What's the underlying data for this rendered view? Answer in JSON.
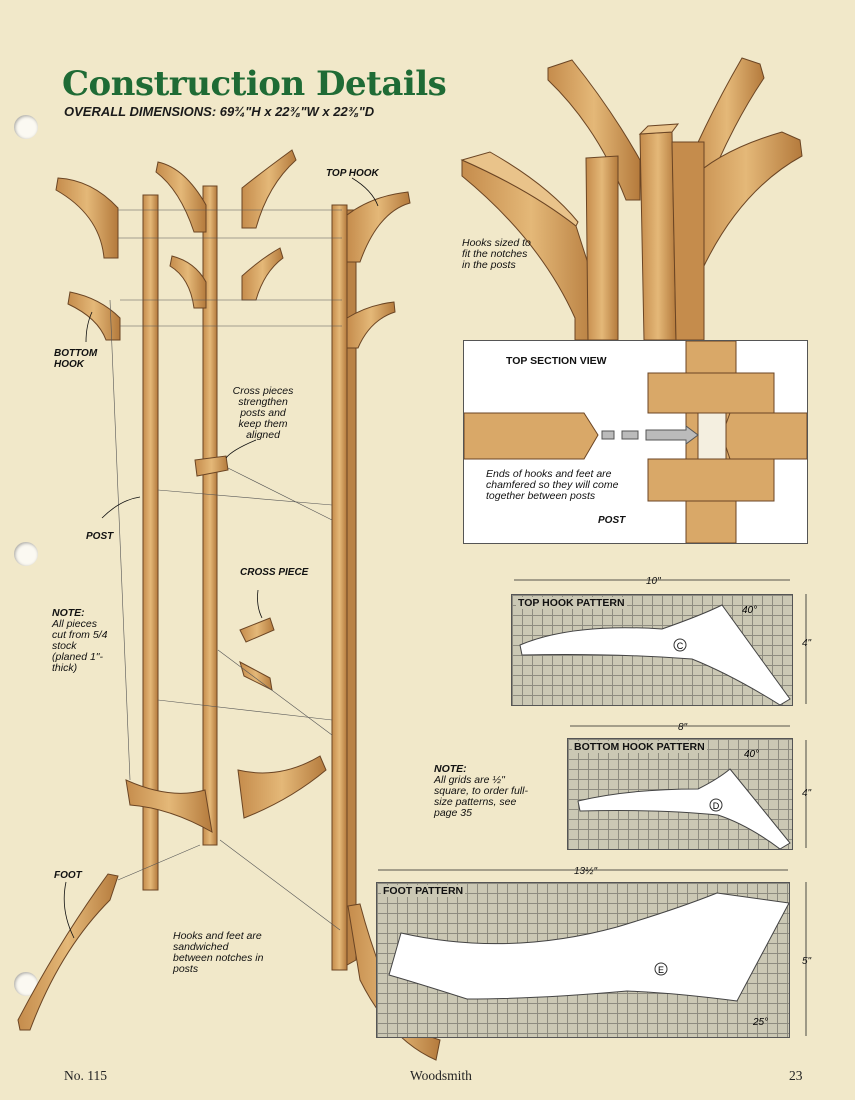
{
  "title": "Construction Details",
  "overall_dimensions": "OVERALL DIMENSIONS: 69¾\"H x 22⅜\"W x 22⅜\"D",
  "labels": {
    "top_hook": "TOP HOOK",
    "bottom_hook": "BOTTOM HOOK",
    "post": "POST",
    "cross_piece": "CROSS PIECE",
    "foot": "FOOT",
    "post_section": "POST"
  },
  "notes": {
    "hooks_sized": "Hooks sized to fit the notches in the posts",
    "cross_pieces": "Cross pieces strengthen posts and keep them aligned",
    "stock_title": "NOTE:",
    "stock_body": "All pieces cut from 5/4 stock (planed 1\"-thick)",
    "sandwiched": "Hooks and feet are sandwiched between notches in posts",
    "chamfered": "Ends of hooks and feet are chamfered so they will come together between posts",
    "grids_title": "NOTE:",
    "grids_body": "All grids are ½\" square, to order full-size patterns, see page 35"
  },
  "top_section": {
    "title": "TOP SECTION VIEW"
  },
  "patterns": {
    "top_hook": {
      "title": "TOP HOOK PATTERN",
      "width": "10\"",
      "height": "4\"",
      "angle": "40°",
      "letter": "C"
    },
    "bottom_hook": {
      "title": "BOTTOM HOOK PATTERN",
      "width": "8\"",
      "height": "4\"",
      "angle": "40°",
      "letter": "D"
    },
    "foot": {
      "title": "FOOT PATTERN",
      "width": "13½\"",
      "height": "5\"",
      "angle": "25°",
      "letter": "E"
    }
  },
  "footer": {
    "issue": "No. 115",
    "magazine": "Woodsmith",
    "page": "23"
  },
  "colors": {
    "wood": "#d9a868",
    "wood_dark": "#b07a3e",
    "title_green": "#1f6b35",
    "grid_fill": "#cbc8b4"
  }
}
